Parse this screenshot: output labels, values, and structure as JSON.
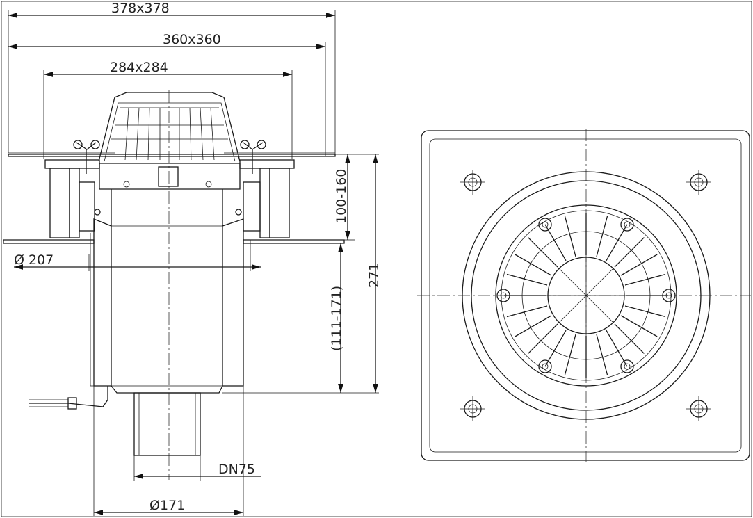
{
  "side_view": {
    "dim_outer": "378x378",
    "dim_middle": "360x360",
    "dim_inner": "284x284",
    "dim_height_range": "100-160",
    "dim_total_height": "271",
    "dim_depth_range": "(111-171)",
    "dim_diameter_flange": "Ø 207",
    "dim_outlet": "DN75",
    "dim_diameter_body": "Ø171"
  },
  "colors": {
    "line": "#1a1a1a",
    "background": "#ffffff"
  }
}
